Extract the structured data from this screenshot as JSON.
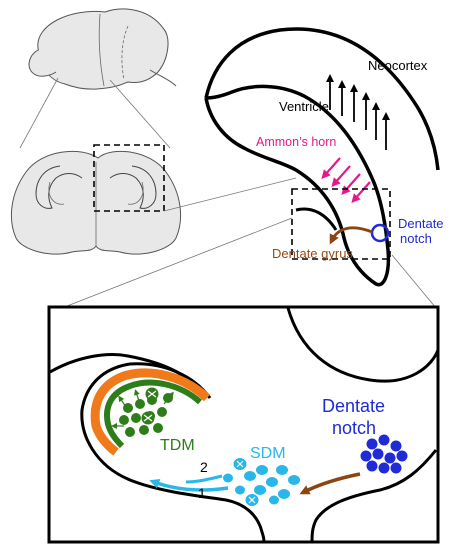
{
  "labels": {
    "neocortex": "Neocortex",
    "ventricle": "Ventricle",
    "ammons_horn": "Ammon’s horn",
    "dentate_notch_line1": "Dentate",
    "dentate_notch_line2": "notch",
    "dentate_gyrus": "Dentate gyrus",
    "inset_dentate_line1": "Dentate",
    "inset_dentate_line2": "notch",
    "tdm": "TDM",
    "sdm": "SDM",
    "step1": "1",
    "step2": "2"
  },
  "colors": {
    "outline": "#000000",
    "brain_fill": "#e8e8e8",
    "dentate_notch": "#1f2bd6",
    "ammons_horn": "#e5188c",
    "dentate_gyrus_arrow": "#8b4513",
    "dentate_gyrus_text": "#9a4a14",
    "tdm": "#2e7d1a",
    "sdm": "#29b6e8",
    "orange_layer": "#f07a1a"
  }
}
